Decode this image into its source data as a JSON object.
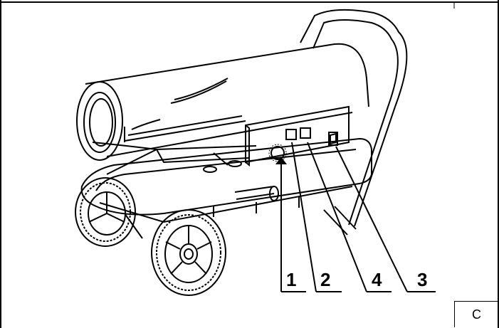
{
  "callouts": {
    "item_1": "1",
    "item_2": "2",
    "item_3": "3",
    "item_4": "4"
  },
  "corner_label": "C"
}
